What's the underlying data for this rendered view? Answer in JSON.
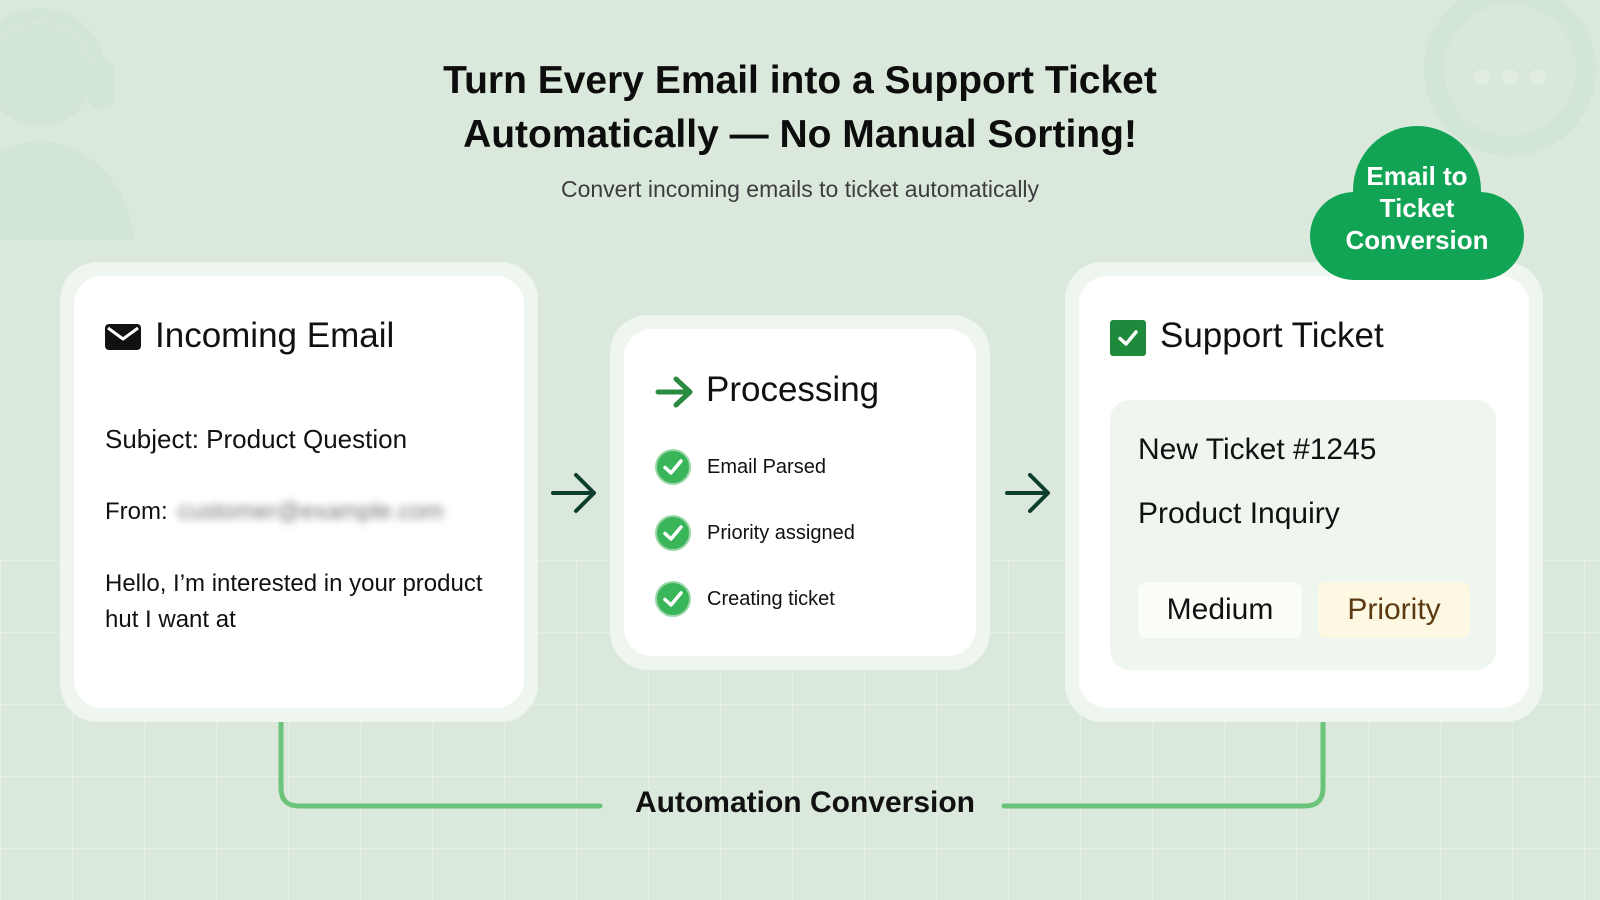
{
  "header": {
    "title_line1": "Turn Every Email into a Support Ticket",
    "title_line2": "Automatically — No Manual Sorting!",
    "subtitle": "Convert incoming emails to ticket automatically"
  },
  "email_card": {
    "icon": "envelope-icon",
    "title": "Incoming Email",
    "subject": "Subject: Product Question",
    "from_label": "From:",
    "from_value": "customer@example.com",
    "body": "Hello, I’m interested in your product hut I want at"
  },
  "processing_card": {
    "icon": "arrow-right-icon",
    "title": "Processing",
    "steps": [
      {
        "label": "Email Parsed",
        "icon": "check-circle-icon"
      },
      {
        "label": "Priority assigned",
        "icon": "check-circle-icon"
      },
      {
        "label": "Creating ticket",
        "icon": "check-circle-icon"
      }
    ]
  },
  "ticket_card": {
    "icon": "checkbox-checked-icon",
    "title": "Support Ticket",
    "ticket_number": "New Ticket #1245",
    "category": "Product Inquiry",
    "chips": [
      {
        "label": "Medium",
        "bg": "#fbfdf8",
        "color": "#111111"
      },
      {
        "label": "Priority",
        "bg": "#fdf8e1",
        "color": "#5b3a12"
      }
    ]
  },
  "badge": {
    "line1": "Email to",
    "line2": "Ticket",
    "line3": "Conversion",
    "color": "#12a455"
  },
  "footer": {
    "label": "Automation Conversion"
  },
  "colors": {
    "background": "#dbe9dc",
    "accent_green": "#12a455",
    "connector": "#6cc47b",
    "check": "#3bb55a",
    "arrow_dark": "#0f3d2e"
  }
}
